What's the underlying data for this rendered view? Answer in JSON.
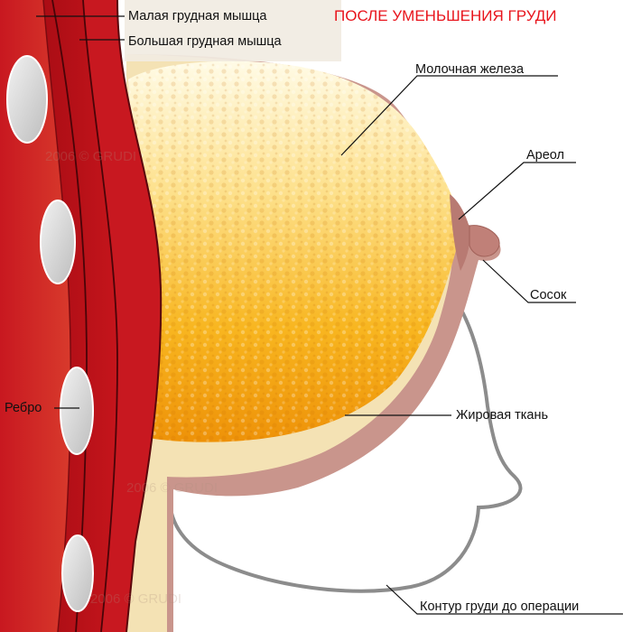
{
  "title": "ПОСЛЕ УМЕНЬШЕНИЯ ГРУДИ",
  "labels": {
    "minor_muscle": "Малая грудная мышца",
    "major_muscle": "Большая грудная мышца",
    "gland": "Молочная железа",
    "areola": "Ареол",
    "nipple": "Сосок",
    "rib": "Ребро",
    "fat": "Жировая ткань",
    "contour": "Контур груди до операции"
  },
  "watermark": "2006 © GRUDI",
  "colors": {
    "title": "#e8141c",
    "skin": "#c9958c",
    "fat": "#f4e2b4",
    "gland_light": "#fff4c8",
    "gland_mid": "#f6b51d",
    "gland_dark": "#e88a06",
    "muscle": "#c4121a",
    "muscle_dark": "#8e0a12",
    "rib": "#d8d8d8",
    "contour": "#888888"
  }
}
